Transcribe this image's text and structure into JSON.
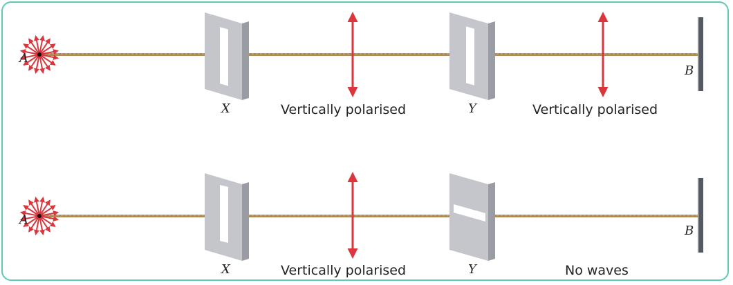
{
  "colors": {
    "frame": "#5fc9b5",
    "arrow": "#d9363e",
    "rope": "#b08a52",
    "slit_face": "#c4c6cc",
    "slit_side": "#9a9ca3",
    "wall": "#555a62"
  },
  "rows": [
    {
      "source_label": "A",
      "first_slit": {
        "label": "X",
        "orientation": "vertical"
      },
      "between_caption": "Vertically polarised",
      "second_slit": {
        "label": "Y",
        "orientation": "vertical"
      },
      "after_caption": "Vertically polarised",
      "after_wave": true,
      "end_label": "B"
    },
    {
      "source_label": "A",
      "first_slit": {
        "label": "X",
        "orientation": "vertical"
      },
      "between_caption": "Vertically polarised",
      "second_slit": {
        "label": "Y",
        "orientation": "horizontal"
      },
      "after_caption": "No waves",
      "after_wave": false,
      "end_label": "B"
    }
  ]
}
